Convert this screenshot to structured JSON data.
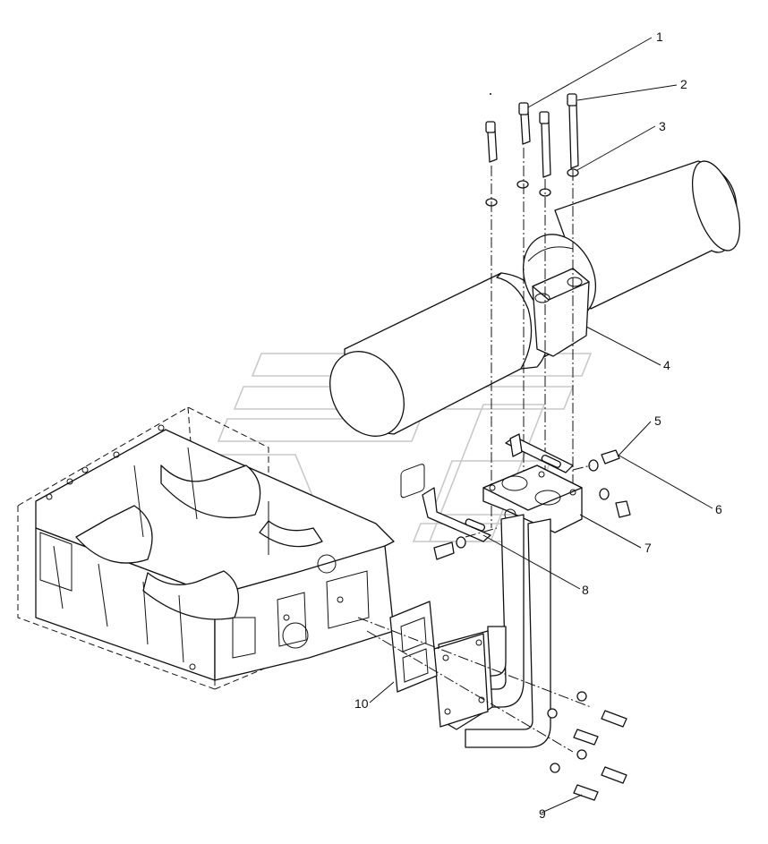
{
  "callouts": [
    {
      "id": "1",
      "label": "1"
    },
    {
      "id": "2",
      "label": "2"
    },
    {
      "id": "3",
      "label": "3"
    },
    {
      "id": "4",
      "label": "4"
    },
    {
      "id": "5",
      "label": "5"
    },
    {
      "id": "6",
      "label": "6"
    },
    {
      "id": "7",
      "label": "7"
    },
    {
      "id": "8",
      "label": "8"
    },
    {
      "id": "9",
      "label": "9"
    },
    {
      "id": "10",
      "label": "10"
    }
  ],
  "colors": {
    "line": "#111111",
    "watermark": "#c9c9c9",
    "background": "#ffffff"
  }
}
